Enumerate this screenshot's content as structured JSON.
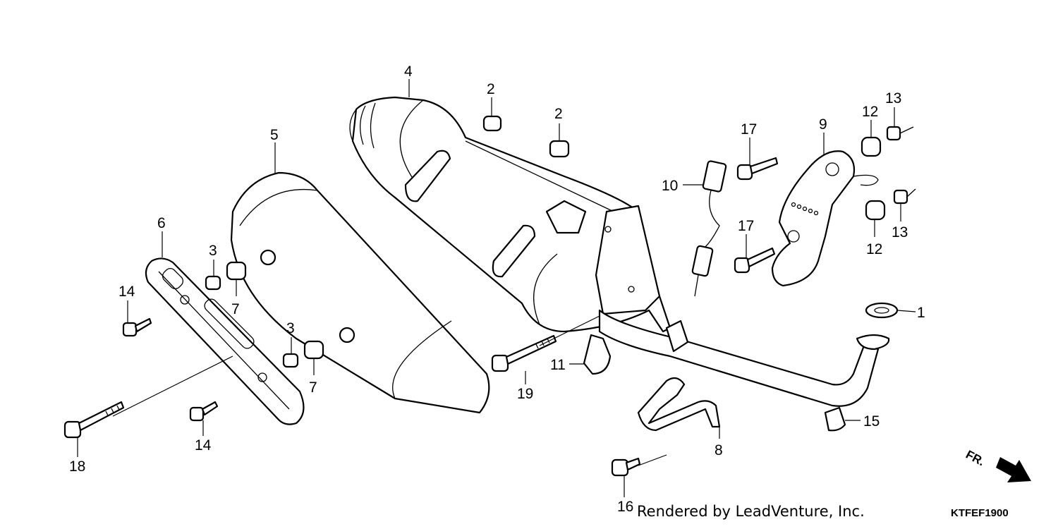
{
  "diagram": {
    "part_numbers": {
      "p1": "1",
      "p2a": "2",
      "p2b": "2",
      "p3a": "3",
      "p3b": "3",
      "p4": "4",
      "p5": "5",
      "p6": "6",
      "p7a": "7",
      "p7b": "7",
      "p8": "8",
      "p9": "9",
      "p10": "10",
      "p11": "11",
      "p12a": "12",
      "p12b": "12",
      "p13a": "13",
      "p13b": "13",
      "p14a": "14",
      "p14b": "14",
      "p15": "15",
      "p16": "16",
      "p17a": "17",
      "p17b": "17",
      "p18": "18",
      "p19": "19"
    },
    "direction_label": "FR.",
    "credit": "Rendered by LeadVenture, Inc.",
    "diagram_code": "KTFEF1900"
  }
}
